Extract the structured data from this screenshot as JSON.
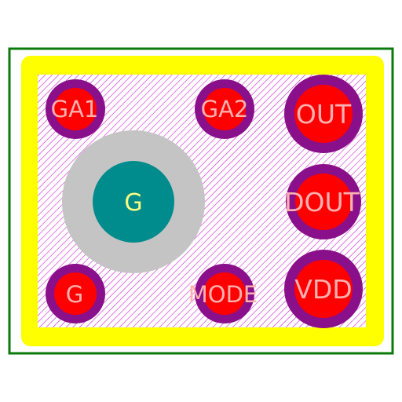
{
  "colors": {
    "background": "#ffffff",
    "board_outline": "#0b7a0b",
    "silkscreen": "#ffff00",
    "keepout_hatch": "#d21fd2",
    "pad_ring": "#8a0f8a",
    "pad_copper": "#ff0000",
    "pad_label": "#ffb0b0",
    "mount_ring": "#c4c4c4",
    "mount_center": "#008c8c",
    "mount_label": "#ffff80"
  },
  "pads": [
    {
      "id": "ga1",
      "label": "GA1"
    },
    {
      "id": "ga2",
      "label": "GA2"
    },
    {
      "id": "out",
      "label": "OUT"
    },
    {
      "id": "dout",
      "label": "DOUT"
    },
    {
      "id": "g",
      "label": "G"
    },
    {
      "id": "mode",
      "label": "MODE"
    },
    {
      "id": "vdd",
      "label": "VDD"
    }
  ],
  "mounting_hole": {
    "label": "G"
  }
}
